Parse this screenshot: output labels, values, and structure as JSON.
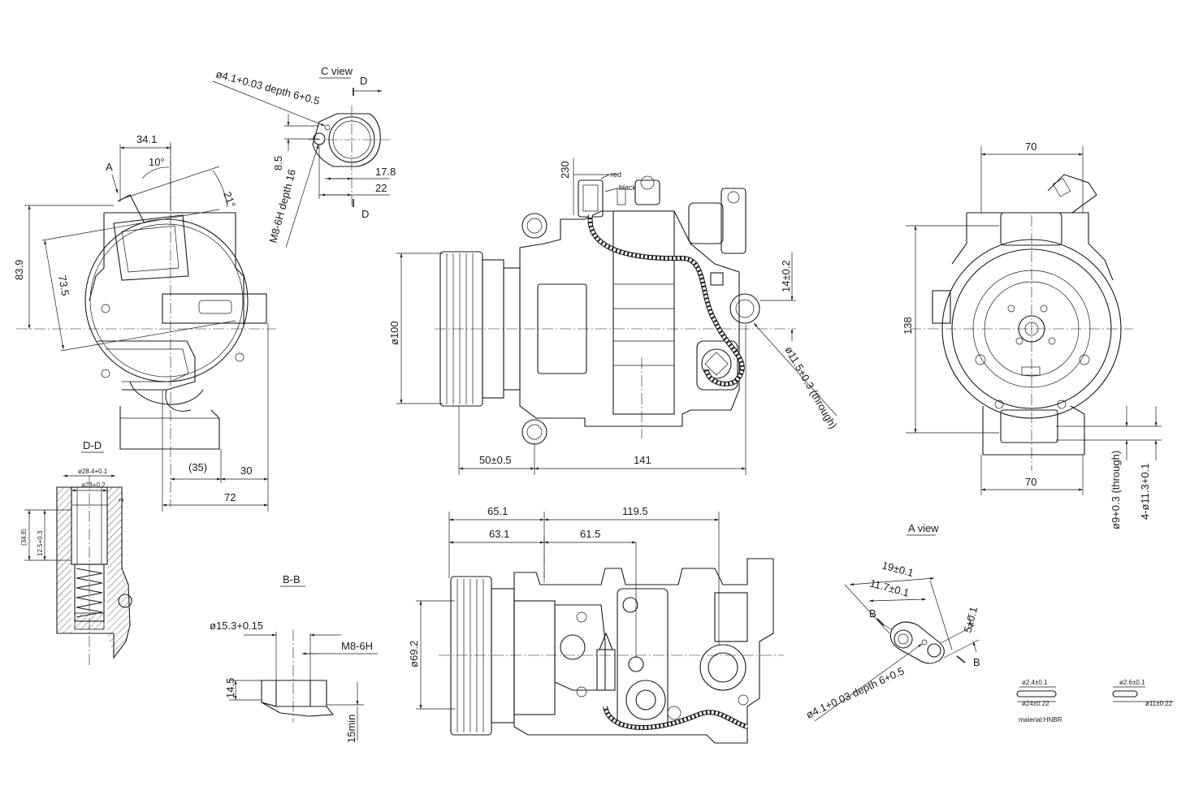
{
  "labels": {
    "c_view": "C view",
    "a_view": "A view",
    "section_dd": "D-D",
    "section_bb": "B-B",
    "sec_d_top": "D",
    "sec_d_bottom": "D",
    "sec_a": "A",
    "sec_b_left": "B",
    "sec_b_right": "B",
    "wire_red": "red",
    "wire_black": "black",
    "material": "material:HNBR"
  },
  "dimensions": {
    "left_view": {
      "width_top": "34.1",
      "angle_10": "10°",
      "angle_21": "21°",
      "height_83_9": "83.9",
      "height_73_5": "73.5",
      "bottom_35": "(35)",
      "bottom_30": "30",
      "bottom_72": "72"
    },
    "c_view": {
      "hole_spec": "ø4.1+0.03 depth 6+0.5",
      "thread_spec": "M8-6H depth 16",
      "dim_8_5": "8.5",
      "dim_17_8": "17.8",
      "dim_22": "22"
    },
    "front_view": {
      "dim_230": "230",
      "dia_100": "ø100",
      "dim_14": "14±0.2",
      "hole_11_5": "ø11.5+0.3 (through)",
      "dim_50": "50±0.5",
      "dim_141": "141"
    },
    "right_view": {
      "width_top": "70",
      "width_bottom": "70",
      "height_138": "138",
      "hole_9": "ø9+0.3 (through)",
      "hole_11_3": "4-ø11.3+0.1"
    },
    "bottom_view": {
      "dim_65_1": "65.1",
      "dim_119_5": "119.5",
      "dim_63_1": "63.1",
      "dim_61_5": "61.5",
      "dia_69_2": "ø69.2"
    },
    "dd_section": {
      "dia_28_4": "ø28.4+0.1",
      "dia_23": "ø23+0.2",
      "dim_2": "2",
      "dim_34_8": "(34.8)",
      "dim_12_5": "12.5+0.3"
    },
    "bb_section": {
      "dia_15_3": "ø15.3+0.15",
      "thread": "M8-6H",
      "dim_14_5": "14.5",
      "dim_15min": "15min"
    },
    "a_view": {
      "dim_19": "19±0.1",
      "dim_11_7": "11.7±0.1",
      "dim_5": "5±0.1",
      "hole_spec": "ø4.1+0.03 depth 6+0.5"
    },
    "orings": {
      "ring1_cs": "ø2.4±0.1",
      "ring1_id": "ø24±0.22",
      "ring2_cs": "ø2.6±0.1",
      "ring2_id": "ø11±0.22"
    }
  }
}
